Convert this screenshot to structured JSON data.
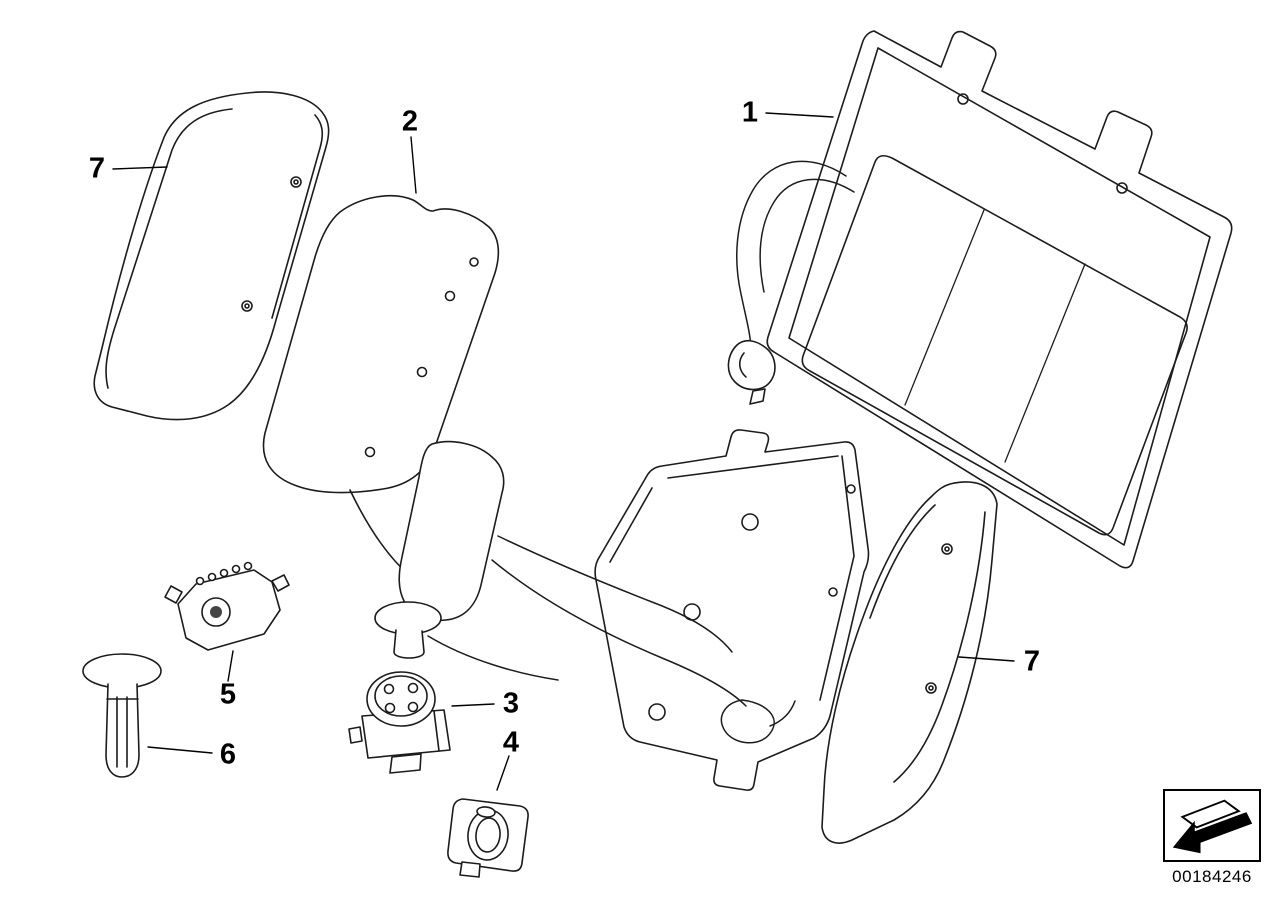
{
  "diagram": {
    "id": "00184246",
    "callouts": [
      {
        "label": "1"
      },
      {
        "label": "2"
      },
      {
        "label": "3"
      },
      {
        "label": "4"
      },
      {
        "label": "5"
      },
      {
        "label": "6"
      },
      {
        "label": "7"
      },
      {
        "label": "7"
      }
    ]
  },
  "colors": {
    "line": "#1c1c1c",
    "background": "#ffffff"
  }
}
